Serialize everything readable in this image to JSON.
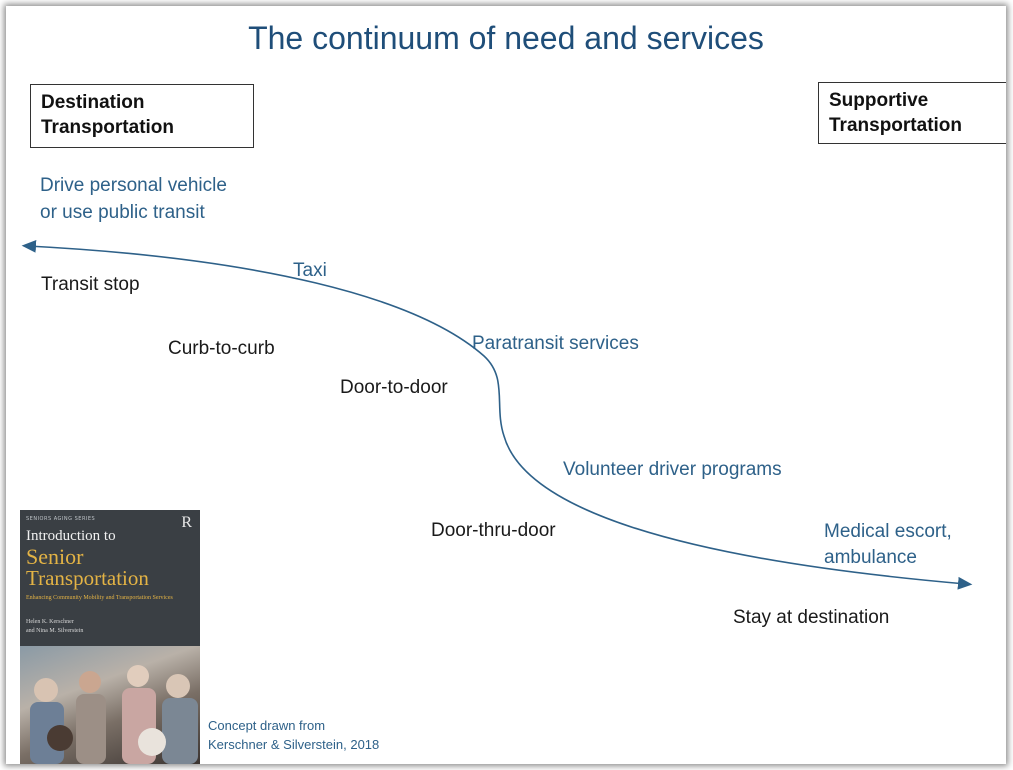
{
  "title": "The continuum of need and services",
  "left_box": {
    "line1": "Destination",
    "line2": "Transportation"
  },
  "right_box": {
    "line1": "Supportive",
    "line2": "Transportation"
  },
  "labels": {
    "drive_line1": "Drive personal vehicle",
    "drive_line2": "or use public transit",
    "transit_stop": "Transit stop",
    "taxi": "Taxi",
    "curb_to_curb": "Curb-to-curb",
    "paratransit": "Paratransit services",
    "door_to_door": "Door-to-door",
    "volunteer": "Volunteer driver programs",
    "door_thru_door": "Door-thru-door",
    "medical_line1": "Medical escort,",
    "medical_line2": "ambulance",
    "stay": "Stay at destination"
  },
  "book": {
    "series": "SENIORS AGING SERIES",
    "logo": "R",
    "title_pre": "Introduction to",
    "title_1": "Senior",
    "title_2": "Transportation",
    "subtitle": "Enhancing Community Mobility and Transportation Services",
    "author_1": "Helen K. Kerschner",
    "author_2": "and Nina M. Silverstein"
  },
  "credit": {
    "line1": "Concept drawn from",
    "line2": "Kerschner & Silverstein, 2018"
  },
  "colors": {
    "title": "#1f4e79",
    "accent_blue": "#2e6189",
    "curve": "#2e6189",
    "text_dark": "#1a1a1a"
  }
}
